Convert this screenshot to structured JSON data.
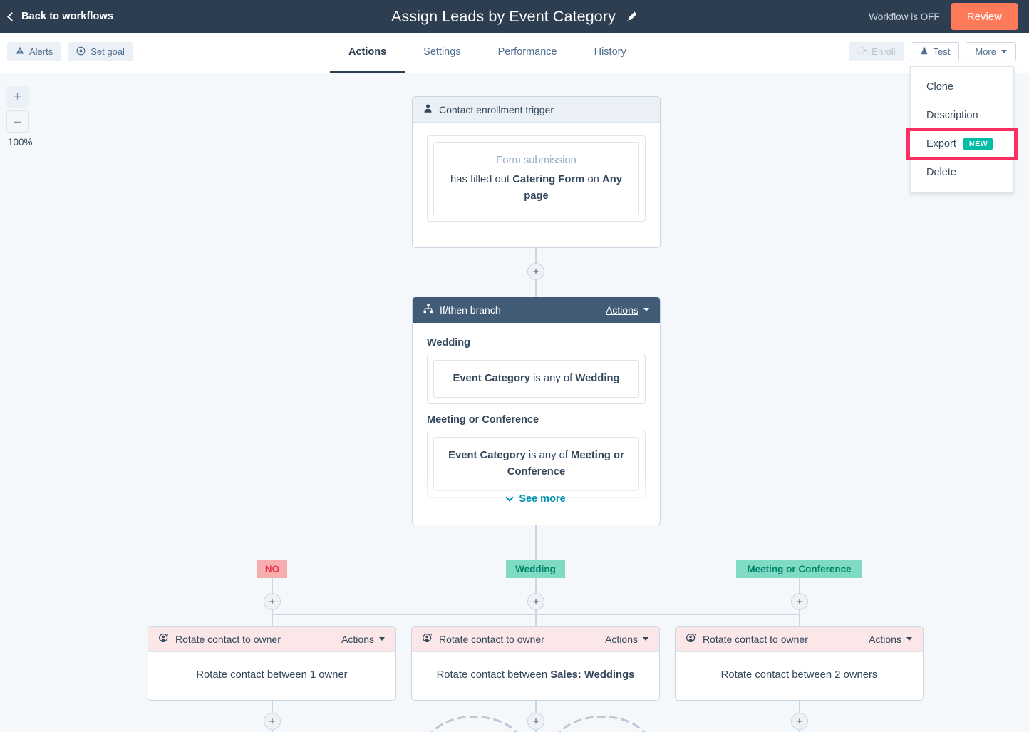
{
  "topbar": {
    "back_label": "Back to workflows",
    "back_icon": "chevron-left-icon",
    "title": "Assign Leads by Event Category",
    "edit_icon": "pencil-icon",
    "status_text": "Workflow is OFF",
    "review_label": "Review",
    "bg_color": "#2d3e50",
    "review_color": "#ff7a59"
  },
  "navbar": {
    "left_buttons": [
      {
        "label": "Alerts",
        "icon": "alert-triangle-icon"
      },
      {
        "label": "Set goal",
        "icon": "target-icon"
      }
    ],
    "tabs": [
      {
        "label": "Actions",
        "active": true
      },
      {
        "label": "Settings",
        "active": false
      },
      {
        "label": "Performance",
        "active": false
      },
      {
        "label": "History",
        "active": false
      }
    ],
    "right_buttons": [
      {
        "label": "Enroll",
        "icon": "enroll-icon",
        "disabled": true
      },
      {
        "label": "Test",
        "icon": "flask-icon",
        "disabled": false
      },
      {
        "label": "More",
        "icon": "caret-down-icon",
        "disabled": false
      }
    ]
  },
  "more_menu": {
    "items": [
      {
        "label": "Clone",
        "badge": ""
      },
      {
        "label": "Description",
        "badge": ""
      },
      {
        "label": "Export",
        "badge": "NEW",
        "highlighted": true
      },
      {
        "label": "Delete",
        "badge": ""
      }
    ],
    "highlight_color": "#ff2e63",
    "badge_color": "#00bda5"
  },
  "canvas": {
    "zoom": {
      "plus_label": "+",
      "minus_label": "–",
      "percent": "100%"
    },
    "trigger_card": {
      "header": "Contact enrollment trigger",
      "header_icon": "person-icon",
      "filter_title": "Form submission",
      "filter_text_prefix": "has filled out ",
      "filter_form": "Catering Form",
      "filter_mid": " on ",
      "filter_page": "Any page"
    },
    "branch_card": {
      "header": "If/then branch",
      "header_icon": "branch-icon",
      "actions_label": "Actions",
      "actions_icon": "caret-down-icon",
      "branches": [
        {
          "name": "Wedding",
          "prop": "Event Category",
          "operator": " is any of ",
          "value": "Wedding"
        },
        {
          "name": "Meeting or Conference",
          "prop": "Event Category",
          "operator": " is any of ",
          "value": "Meeting or Conference"
        }
      ],
      "see_more_label": "See more",
      "see_more_icon": "chevron-down-icon"
    },
    "branch_pills": [
      {
        "label": "NO",
        "type": "no"
      },
      {
        "label": "Wedding",
        "type": "yes"
      },
      {
        "label": "Meeting or Conference",
        "type": "yes"
      }
    ],
    "rotate_cards": [
      {
        "header": "Rotate contact to owner",
        "header_icon": "rotate-owner-icon",
        "actions_label": "Actions",
        "body_prefix": "Rotate contact between ",
        "body_value": "1 owner",
        "body_bold": false
      },
      {
        "header": "Rotate contact to owner",
        "header_icon": "rotate-owner-icon",
        "actions_label": "Actions",
        "body_prefix": "Rotate contact between ",
        "body_value": "Sales: Weddings",
        "body_bold": true
      },
      {
        "header": "Rotate contact to owner",
        "header_icon": "rotate-owner-icon",
        "actions_label": "Actions",
        "body_prefix": "Rotate contact between ",
        "body_value": "2 owners",
        "body_bold": false
      }
    ],
    "add_step_icon": "plus-icon"
  }
}
